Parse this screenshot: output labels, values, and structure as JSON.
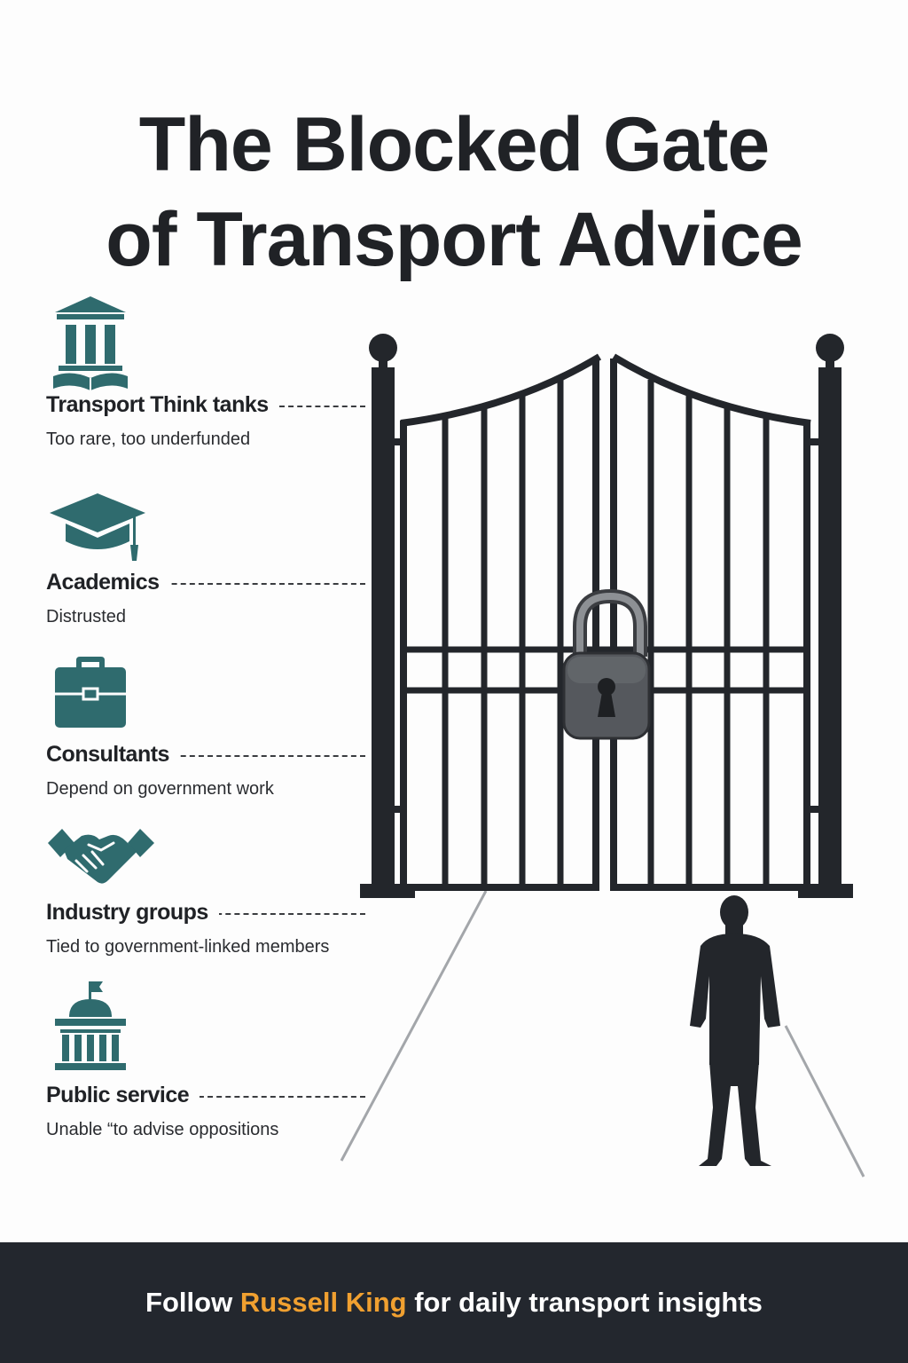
{
  "title": {
    "line1": "The Blocked Gate",
    "line2": "of Transport Advice"
  },
  "colors": {
    "accent_icon": "#2f6b6e",
    "gate": "#23262b",
    "footer_bg": "#23272e",
    "footer_accent": "#f0a030"
  },
  "items": [
    {
      "icon": "institution-book-icon",
      "label": "Transport Think tanks",
      "desc": "Too rare, too underfunded"
    },
    {
      "icon": "graduation-cap-icon",
      "label": "Academics",
      "desc": "Distrusted"
    },
    {
      "icon": "briefcase-icon",
      "label": "Consultants",
      "desc": "Depend on government work"
    },
    {
      "icon": "handshake-icon",
      "label": "Industry groups",
      "desc": "Tied to government-linked members"
    },
    {
      "icon": "capitol-building-icon",
      "label": "Public service",
      "desc": "Unable “to advise oppositions"
    }
  ],
  "footer": {
    "prefix": "Follow",
    "name": "Russell King",
    "suffix": "for daily transport insights"
  }
}
